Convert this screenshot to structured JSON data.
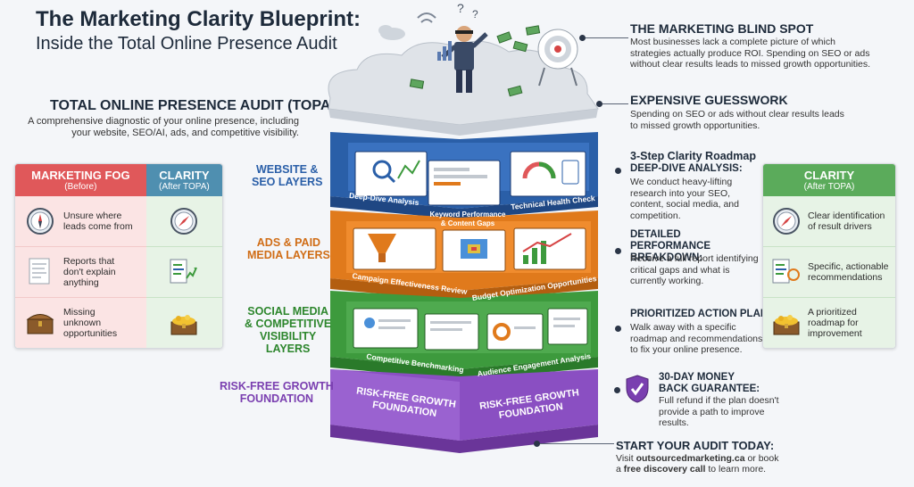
{
  "title": "The Marketing Clarity Blueprint:",
  "subtitle": "Inside the Total Online Presence Audit",
  "topa": {
    "heading": "TOTAL ONLINE PRESENCE AUDIT (TOPA)",
    "description": "A comprehensive diagnostic of your online presence, including your website, SEO/AI, ads, and competitive visibility."
  },
  "comparison": {
    "fog_title": "MARKETING FOG",
    "fog_sub": "(Before)",
    "clarity_title": "CLARITY",
    "clarity_sub": "(After TOPA)",
    "rows": [
      {
        "before": "Unsure where leads come from",
        "before_icon": "compass-icon",
        "after_icon": "compass-icon"
      },
      {
        "before": "Reports that don't explain anything",
        "before_icon": "blurry-report-icon",
        "after_icon": "report-chart-icon"
      },
      {
        "before": "Missing unknown opportunities",
        "before_icon": "closed-chest-icon",
        "after_icon": "gold-chest-icon"
      }
    ]
  },
  "clarity_card": {
    "title": "CLARITY",
    "sub": "(After TOPA)",
    "rows": [
      {
        "text": "Clear identification of result drivers",
        "icon": "compass-icon"
      },
      {
        "text": "Specific, actionable recommendations",
        "icon": "report-chart-icon"
      },
      {
        "text": "A prioritized roadmap for improvement",
        "icon": "gold-chest-icon"
      }
    ]
  },
  "layers": [
    {
      "label": "WEBSITE & SEO LAYERS",
      "color": "#2a5fa8",
      "panels": [
        "Deep-Dive Analysis",
        "Keyword Performance & Content Gaps",
        "Technical Health Check"
      ]
    },
    {
      "label": "ADS & PAID MEDIA LAYERS",
      "color": "#e07a1c",
      "panels": [
        "Campaign Effectiveness Review",
        "Budget Optimization Opportunities"
      ]
    },
    {
      "label": "SOCIAL MEDIA & COMPETITIVE VISIBILITY LAYERS",
      "color": "#3d9a3d",
      "panels": [
        "Competitive Benchmarking",
        "Audience Engagement Analysis"
      ]
    },
    {
      "label": "RISK-FREE GROWTH FOUNDATION",
      "color": "#8a4fc2",
      "panels": [
        "RISK-FREE GROWTH FOUNDATION",
        "RISK-FREE GROWTH FOUNDATION"
      ]
    }
  ],
  "layer_labels": {
    "website": [
      "WEBSITE &",
      "SEO LAYERS"
    ],
    "ads": [
      "ADS & PAID",
      "MEDIA LAYERS"
    ],
    "social": [
      "SOCIAL MEDIA",
      "& COMPETITIVE",
      "VISIBILITY",
      "LAYERS"
    ],
    "risk": [
      "RISK-FREE GROWTH",
      "FOUNDATION"
    ]
  },
  "panel_text": {
    "deep_dive": "Deep-Dive Analysis",
    "keyword": "Keyword Performance & Content Gaps",
    "technical": "Technical Health Check",
    "campaign": "Campaign Effectiveness Review",
    "budget": "Budget Optimization Opportunities",
    "competitive": "Competitive Benchmarking",
    "audience": "Audience Engagement Analysis",
    "foundation_a": "RISK-FREE GROWTH FOUNDATION",
    "foundation_b": "RISK-FREE GROWTH FOUNDATION"
  },
  "blind_spot": {
    "heading": "THE MARKETING BLIND SPOT",
    "text": "Most businesses lack a complete picture of which strategies actually produce ROI. Spending on SEO or ads without clear results leads to missed growth opportunities."
  },
  "guesswork": {
    "heading": "EXPENSIVE GUESSWORK",
    "text": "Spending on SEO or ads without clear results leads to missed growth opportunities."
  },
  "roadmap": {
    "heading": "3-Step Clarity Roadmap",
    "steps": [
      {
        "title": "DEEP-DIVE ANALYSIS:",
        "text": "We conduct heavy-lifting research into your SEO, content, social media, and competition."
      },
      {
        "title": "DETAILED PERFORMANCE BREAKDOWN:",
        "text": "Receive a full report identifying critical gaps and what is currently working."
      },
      {
        "title": "PRIORITIZED ACTION PLAN:",
        "text": "Walk away with a specific roadmap and recommendations to fix your online presence."
      }
    ]
  },
  "guarantee": {
    "title": "30-DAY MONEY BACK GUARANTEE:",
    "text": "Full refund if the plan doesn't provide a path to improve results."
  },
  "cta": {
    "heading": "START YOUR AUDIT TODAY:",
    "line1_pre": "Visit ",
    "line1_bold": "outsourcedmarketing.ca",
    "line1_post": " or book",
    "line2_pre": "a ",
    "line2_bold": "free discovery call",
    "line2_post": " to learn more."
  },
  "colors": {
    "blue": "#2a5fa8",
    "orange": "#e07a1c",
    "green": "#3d9a3d",
    "purple": "#8a4fc2",
    "fog_red": "#e0585a",
    "clarity_blue": "#4f8fb0",
    "clarity_green": "#5bab5b"
  }
}
